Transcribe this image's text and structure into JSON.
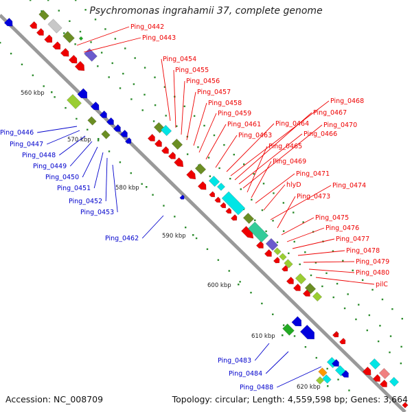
{
  "title": "Psychromonas ingrahamii 37, complete genome",
  "footer": {
    "accession": "Accession: NC_008709",
    "topology": "Topology: circular; Length: 4,559,598 bp; Genes: 3,664"
  },
  "kbp_ticks": [
    "560 kbp",
    "570 kbp",
    "580 kbp",
    "590 kbp",
    "600 kbp",
    "610 kbp",
    "620 kbp"
  ],
  "colors": {
    "forward_cds": "#ee0000",
    "reverse_cds": "#0000dd",
    "olive": "#6b8e23",
    "lime": "#9acd32",
    "cyan": "#00e5e5",
    "teal": "#33cc99",
    "slate": "#6a5acd",
    "grey": "#c8c8c8",
    "orange": "#ff9900",
    "pink": "#f08080",
    "green": "#22aa22",
    "backbone": "#999999",
    "red_label": "#ee0000",
    "blue_label": "#0000cc"
  },
  "red_labels": [
    "Ping_0442",
    "Ping_0443",
    "Ping_0454",
    "Ping_0455",
    "Ping_0456",
    "Ping_0457",
    "Ping_0458",
    "Ping_0459",
    "Ping_0461",
    "Ping_0463",
    "Ping_0464",
    "Ping_0468",
    "Ping_0467",
    "Ping_0466",
    "Ping_0470",
    "Ping_0465",
    "Ping_0469",
    "Ping_0471",
    "hlyD",
    "Ping_0474",
    "Ping_0473",
    "Ping_0475",
    "Ping_0476",
    "Ping_0477",
    "Ping_0478",
    "Ping_0479",
    "Ping_0480",
    "pilC"
  ],
  "blue_labels": [
    "Ping_0446",
    "Ping_0447",
    "Ping_0448",
    "Ping_0449",
    "Ping_0450",
    "Ping_0451",
    "Ping_0452",
    "Ping_0453",
    "Ping_0462",
    "Ping_0483",
    "Ping_0484",
    "Ping_0488"
  ]
}
